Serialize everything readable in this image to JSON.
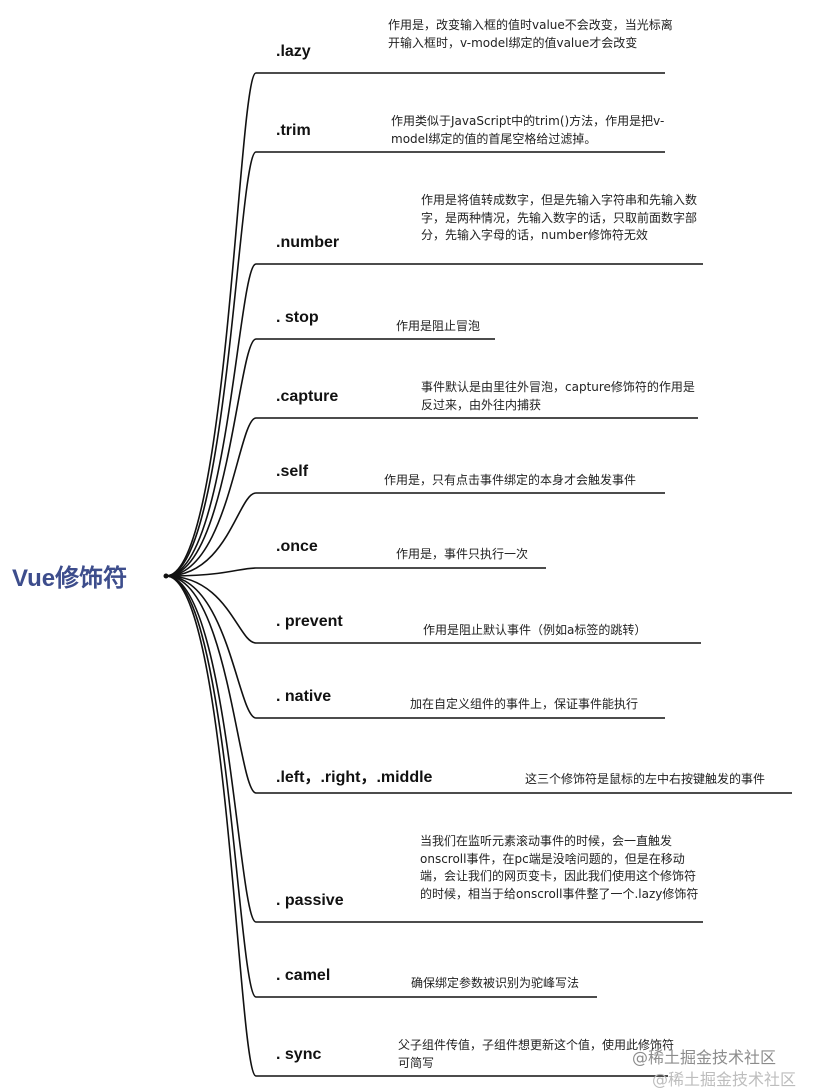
{
  "root": {
    "label": "Vue修饰符",
    "color": "#3d4d8c"
  },
  "line_color": "#111111",
  "branches": [
    {
      "name": "lazy",
      "label": ".lazy",
      "description": "作用是，改变输入框的值时value不会改变，当光标离开输入框时，v-model绑定的值value才会改变"
    },
    {
      "name": "trim",
      "label": ".trim",
      "description": "作用类似于JavaScript中的trim()方法，作用是把v-model绑定的值的首尾空格给过滤掉。"
    },
    {
      "name": "number",
      "label": ".number",
      "description": "作用是将值转成数字，但是先输入字符串和先输入数字，是两种情况，先输入数字的话，只取前面数字部分，先输入字母的话，number修饰符无效"
    },
    {
      "name": "stop",
      "label": ". stop",
      "description": "作用是阻止冒泡"
    },
    {
      "name": "capture",
      "label": ".capture",
      "description": "事件默认是由里往外冒泡，capture修饰符的作用是反过来，由外往内捕获"
    },
    {
      "name": "self",
      "label": ".self",
      "description": "作用是，只有点击事件绑定的本身才会触发事件"
    },
    {
      "name": "once",
      "label": ".once",
      "description": "作用是，事件只执行一次"
    },
    {
      "name": "prevent",
      "label": ". prevent",
      "description": "作用是阻止默认事件（例如a标签的跳转）"
    },
    {
      "name": "native",
      "label": ". native",
      "description": "加在自定义组件的事件上，保证事件能执行"
    },
    {
      "name": "mouse",
      "label": ".left，.right，.middle",
      "description": "这三个修饰符是鼠标的左中右按键触发的事件"
    },
    {
      "name": "passive",
      "label": ". passive",
      "description": "当我们在监听元素滚动事件的时候，会一直触发onscroll事件，在pc端是没啥问题的，但是在移动端，会让我们的网页变卡，因此我们使用这个修饰符的时候，相当于给onscroll事件整了一个.lazy修饰符"
    },
    {
      "name": "camel",
      "label": ". camel",
      "description": "确保绑定参数被识别为驼峰写法"
    },
    {
      "name": "sync",
      "label": ". sync",
      "description": "父子组件传值，子组件想更新这个值，使用此修饰符可简写"
    }
  ],
  "watermark": "@稀土掘金技术社区"
}
